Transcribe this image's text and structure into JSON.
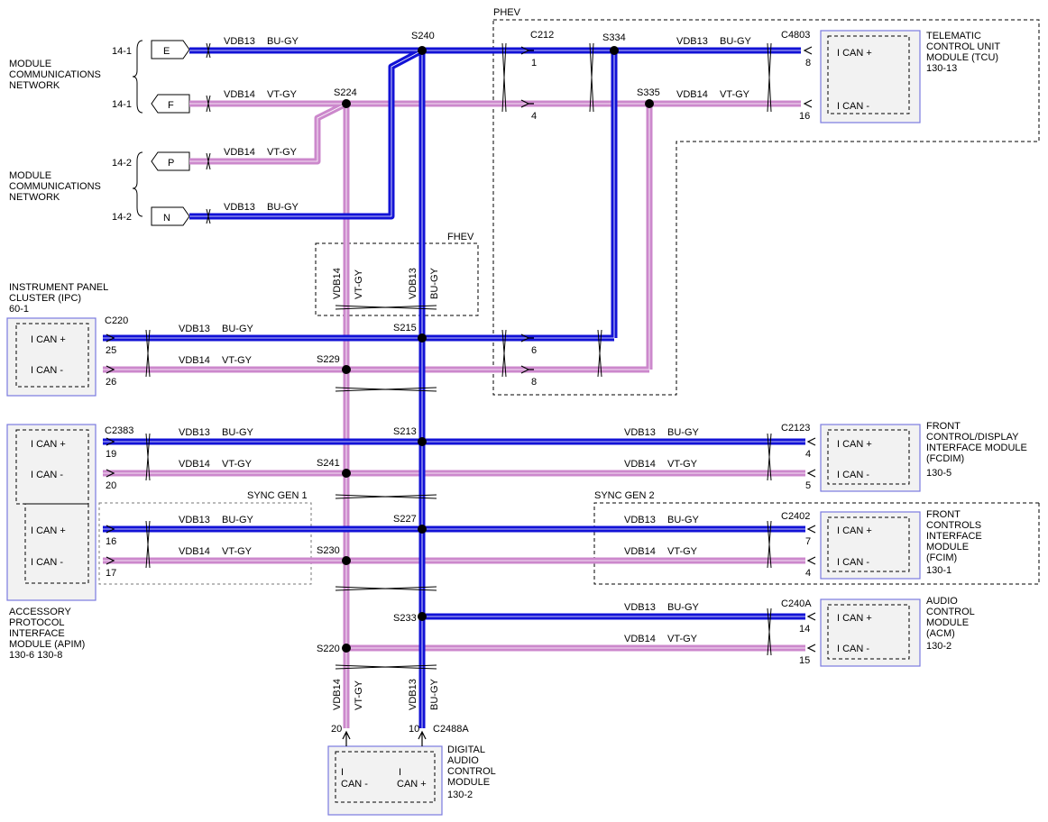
{
  "wire": {
    "blue_code": "VDB13",
    "blue_color": "BU-GY",
    "pink_code": "VDB14",
    "pink_color": "VT-GY",
    "blue_hex": "#1212d6",
    "pink_hex": "#cc88cc"
  },
  "network": {
    "title": "MODULE COMMUNICATIONS NETWORK",
    "line1": "MODULE",
    "line2": "COMMUNICATIONS",
    "line3": "NETWORK",
    "ref1": "14-1",
    "ref2": "14-2",
    "connectors": [
      "E",
      "F",
      "P",
      "N"
    ]
  },
  "splices": {
    "s240": "S240",
    "s224": "S224",
    "s334": "S334",
    "s335": "S335",
    "s215": "S215",
    "s229": "S229",
    "s213": "S213",
    "s241": "S241",
    "s227": "S227",
    "s230": "S230",
    "s233": "S233",
    "s220": "S220"
  },
  "connectors": {
    "c212": "C212",
    "c4803": "C4803",
    "c220": "C220",
    "c2383": "C2383",
    "c2123": "C2123",
    "c2402": "C2402",
    "c240a": "C240A",
    "c2488a": "C2488A"
  },
  "pins": {
    "c212_1": "1",
    "c212_4": "4",
    "c212_6": "6",
    "c212_8": "8",
    "tcu_8": "8",
    "tcu_16": "16",
    "ipc_25": "25",
    "ipc_26": "26",
    "apim_19": "19",
    "apim_20": "20",
    "apim_16": "16",
    "apim_17": "17",
    "fcdim_4": "4",
    "fcdim_5": "5",
    "fcim_7": "7",
    "fcim_4": "4",
    "acm_14": "14",
    "acm_15": "15",
    "dacm_20": "20",
    "dacm_10": "10"
  },
  "regions": {
    "phev": "PHEV",
    "fhev": "FHEV",
    "sync1": "SYNC GEN 1",
    "sync2": "SYNC GEN 2"
  },
  "modules": {
    "tcu": {
      "l1": "TELEMATIC",
      "l2": "CONTROL UNIT",
      "l3": "MODULE (TCU)",
      "l4": "130-13"
    },
    "ipc": {
      "l1": "INSTRUMENT PANEL",
      "l2": "CLUSTER (IPC)",
      "l3": "60-1"
    },
    "fcdim": {
      "l1": "FRONT",
      "l2": "CONTROL/DISPLAY",
      "l3": "INTERFACE MODULE",
      "l4": "(FCDIM)",
      "l5": "130-5"
    },
    "fcim": {
      "l1": "FRONT",
      "l2": "CONTROLS",
      "l3": "INTERFACE",
      "l4": "MODULE",
      "l5": "(FCIM)",
      "l6": "130-1"
    },
    "acm": {
      "l1": "AUDIO",
      "l2": "CONTROL",
      "l3": "MODULE",
      "l4": "(ACM)",
      "l5": "130-2"
    },
    "apim": {
      "l1": "ACCESSORY",
      "l2": "PROTOCOL",
      "l3": "INTERFACE",
      "l4": "MODULE (APIM)",
      "l5": "130-6  130-8"
    },
    "dacm": {
      "l1": "DIGITAL",
      "l2": "AUDIO",
      "l3": "CONTROL",
      "l4": "MODULE",
      "l5": "130-2"
    }
  },
  "pin_labels": {
    "can_hi": "I CAN +",
    "can_lo": "I CAN -",
    "i": "I",
    "can_lo_short": "CAN -",
    "can_hi_short": "CAN +"
  }
}
